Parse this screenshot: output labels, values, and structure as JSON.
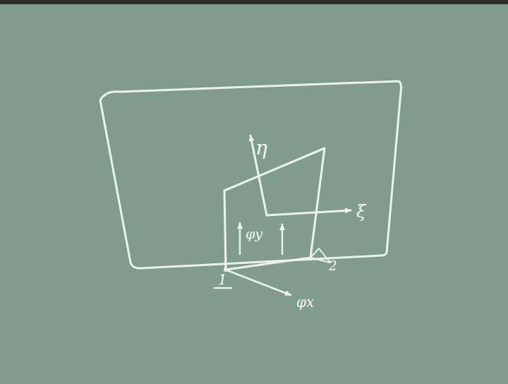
{
  "diagram": {
    "labels": [
      "η",
      "ξ",
      "φy",
      "φx",
      "1",
      "2"
    ]
  }
}
